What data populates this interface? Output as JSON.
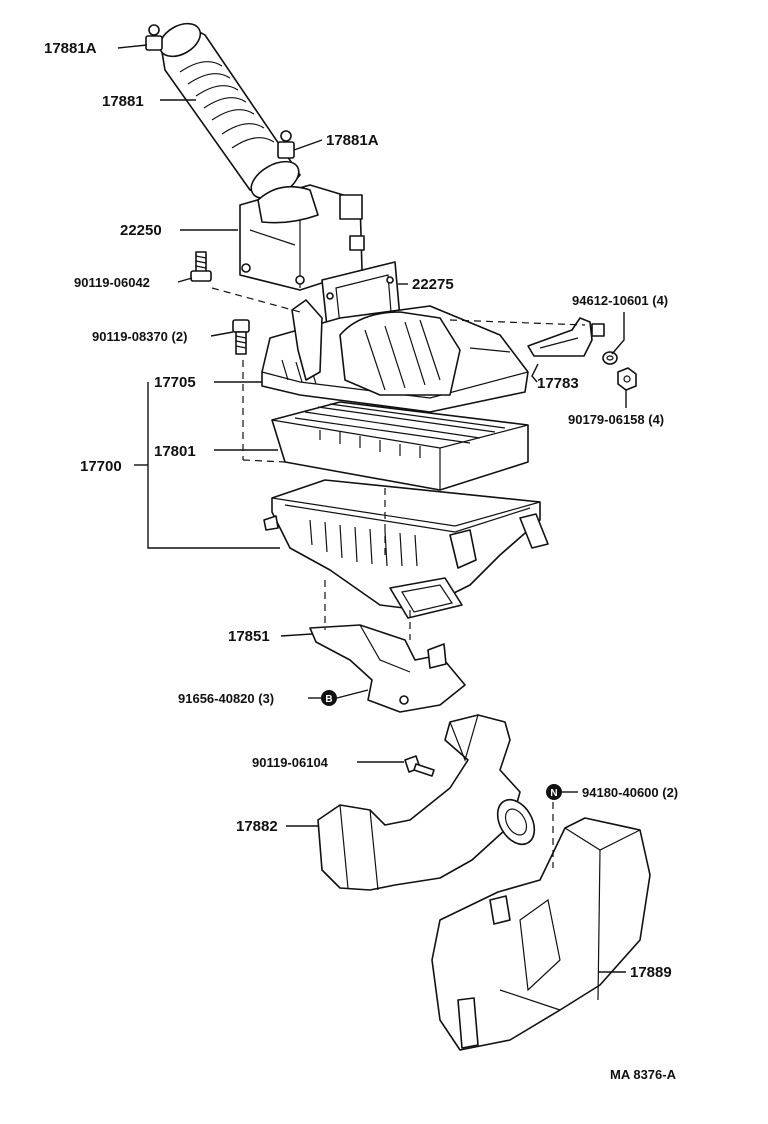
{
  "labels": {
    "p17881A_top": "17881A",
    "p17881": "17881",
    "p17881A_right": "17881A",
    "p22250": "22250",
    "p90119_06042": "90119-06042",
    "p22275": "22275",
    "p94612": "94612-10601 (4)",
    "p90119_08370": "90119-08370 (2)",
    "p17705": "17705",
    "p17783": "17783",
    "p90179": "90179-06158 (4)",
    "p17700": "17700",
    "p17801": "17801",
    "p17851": "17851",
    "p91656": "91656-40820 (3)",
    "p90119_06104": "90119-06104",
    "p94180": "94180-40600 (2)",
    "p17882": "17882",
    "p17889": "17889",
    "ref": "MA  8376-A"
  },
  "callout_symbols": {
    "b": "B",
    "n": "N"
  }
}
